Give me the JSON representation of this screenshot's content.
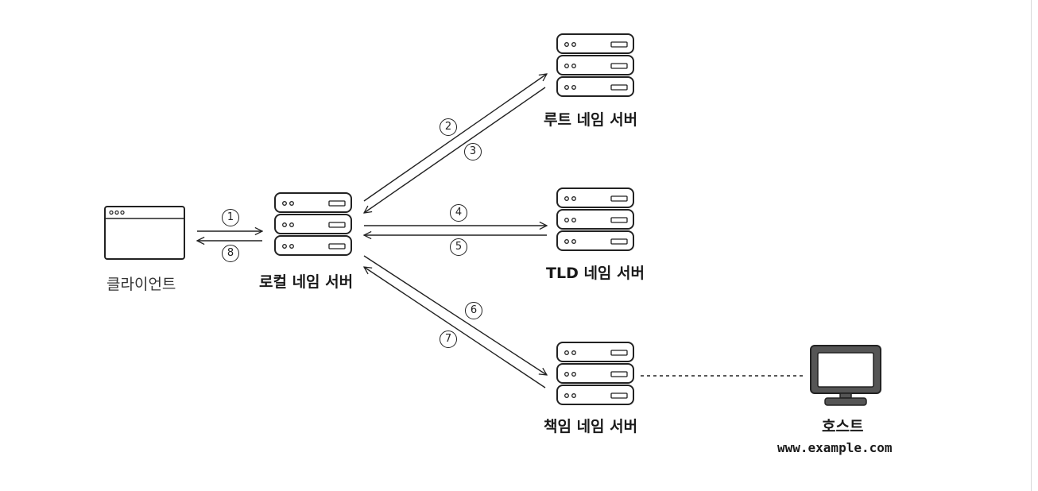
{
  "nodes": {
    "client": {
      "label": "클라이언트"
    },
    "local_ns": {
      "label": "로컬 네임 서버"
    },
    "root_ns": {
      "label": "루트 네임 서버"
    },
    "tld_ns": {
      "label": "TLD 네임 서버"
    },
    "auth_ns": {
      "label": "책임 네임 서버"
    },
    "host": {
      "label": "호스트",
      "url": "www.example.com"
    }
  },
  "steps": [
    "1",
    "2",
    "3",
    "4",
    "5",
    "6",
    "7",
    "8"
  ]
}
